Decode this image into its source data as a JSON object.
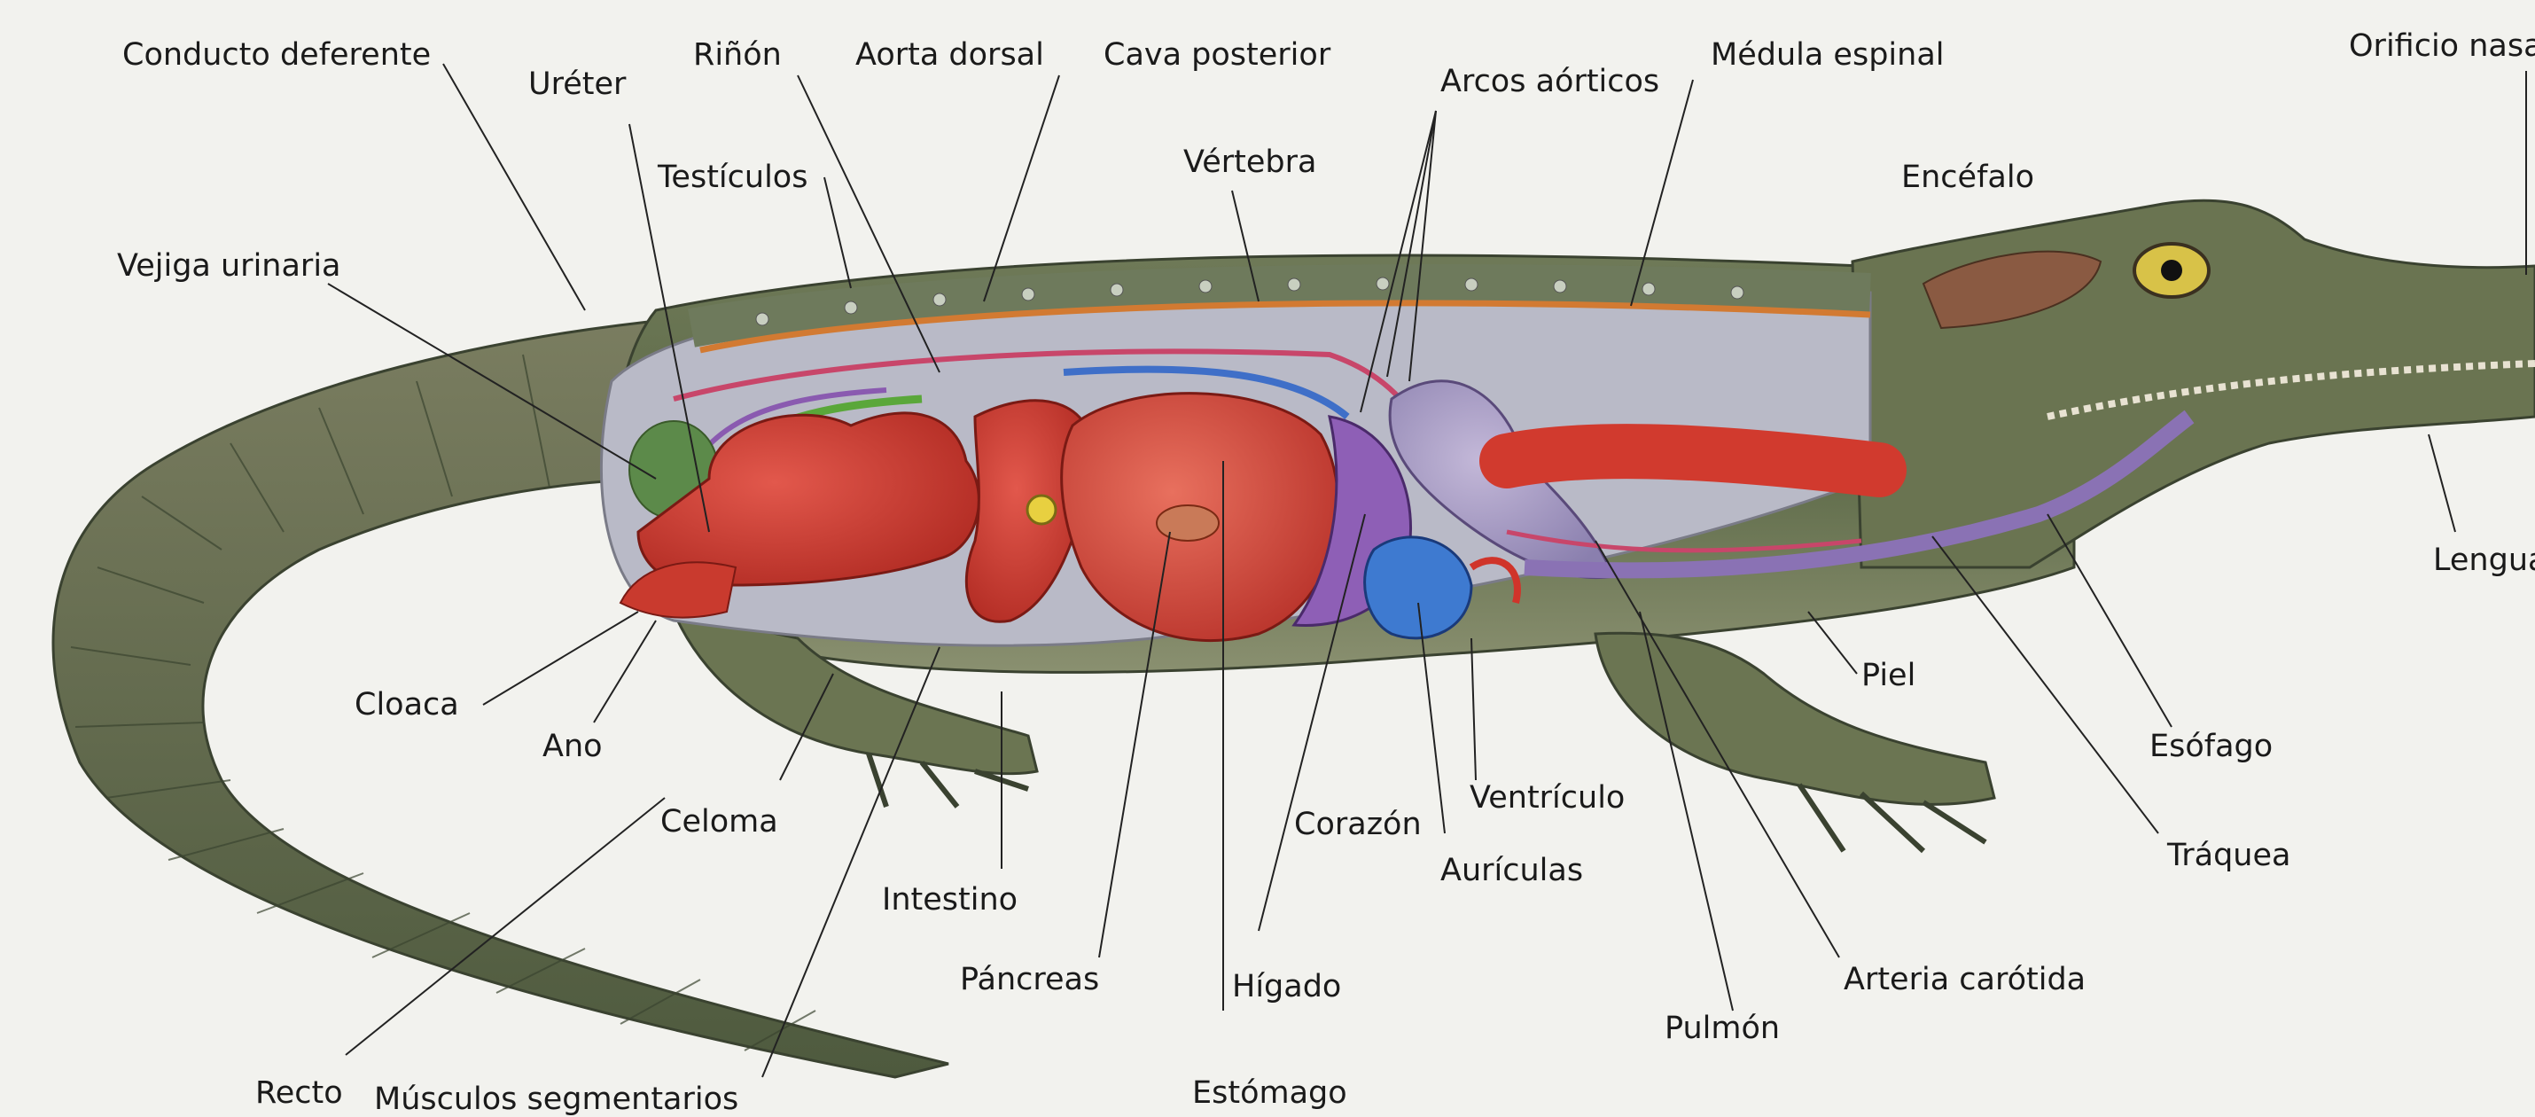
{
  "diagram": {
    "labels": {
      "conducto_deferente": "Conducto deferente",
      "ureter": "Uréter",
      "rinon": "Riñón",
      "aorta_dorsal": "Aorta dorsal",
      "cava_posterior": "Cava posterior",
      "arcos_aorticos": "Arcos aórticos",
      "medula_espinal": "Médula espinal",
      "orificio_nasal": "Orificio nasal",
      "testiculos": "Testículos",
      "vertebra": "Vértebra",
      "encefalo": "Encéfalo",
      "vejiga_urinaria": "Vejiga urinaria",
      "lengua": "Lengua",
      "cloaca": "Cloaca",
      "ano": "Ano",
      "celoma": "Celoma",
      "intestino": "Intestino",
      "pancreas": "Páncreas",
      "higado": "Hígado",
      "estomago": "Estómago",
      "corazon": "Corazón",
      "ventriculo": "Ventrículo",
      "auriculas": "Aurículas",
      "piel": "Piel",
      "esofago": "Esófago",
      "traquea": "Tráquea",
      "arteria_carotida": "Arteria carótida",
      "pulmon": "Pulmón",
      "recto": "Recto",
      "musculos_segmentarios": "Músculos segmentarios"
    }
  }
}
